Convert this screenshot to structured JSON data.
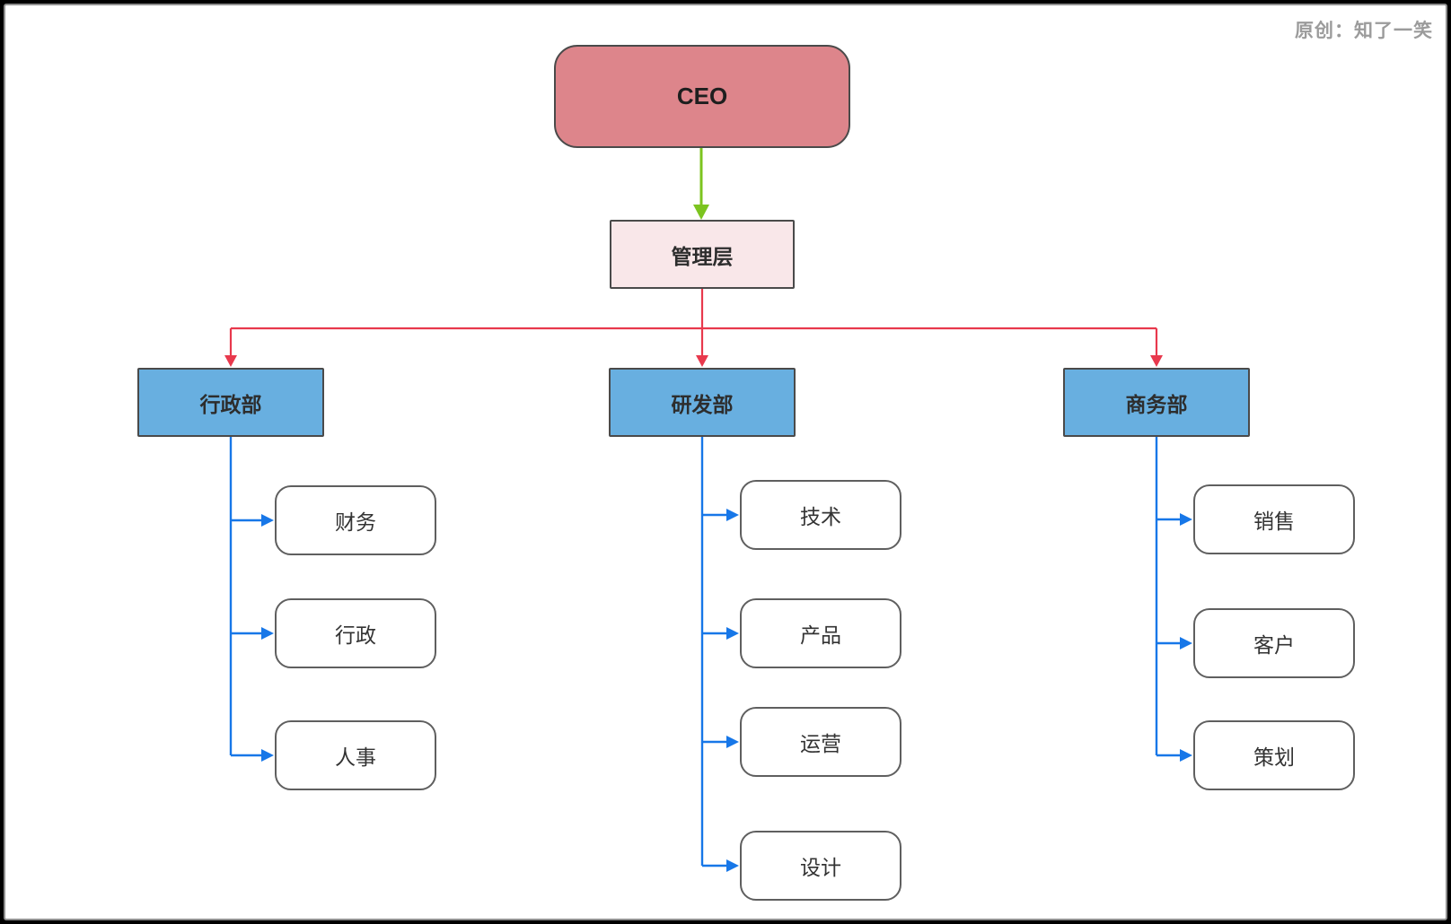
{
  "watermark": {
    "label": "原创：知了一笑"
  },
  "colors": {
    "ceo_fill": "#dd858b",
    "management_fill": "#f9e7e9",
    "department_fill": "#68afe0",
    "node_border": "#4a4a4a",
    "sub_node_border": "#5f5f5f",
    "red_connector": "#e8394d",
    "green_connector": "#7cc41f",
    "blue_connector": "#1777e8",
    "watermark_text": "#9b9b9b",
    "canvas_background": "#ffffff"
  },
  "org": {
    "root": {
      "label": "CEO"
    },
    "management": {
      "label": "管理层"
    },
    "departments": [
      {
        "label": "行政部",
        "children": [
          {
            "label": "财务"
          },
          {
            "label": "行政"
          },
          {
            "label": "人事"
          }
        ]
      },
      {
        "label": "研发部",
        "children": [
          {
            "label": "技术"
          },
          {
            "label": "产品"
          },
          {
            "label": "运营"
          },
          {
            "label": "设计"
          }
        ]
      },
      {
        "label": "商务部",
        "children": [
          {
            "label": "销售"
          },
          {
            "label": "客户"
          },
          {
            "label": "策划"
          }
        ]
      }
    ]
  }
}
